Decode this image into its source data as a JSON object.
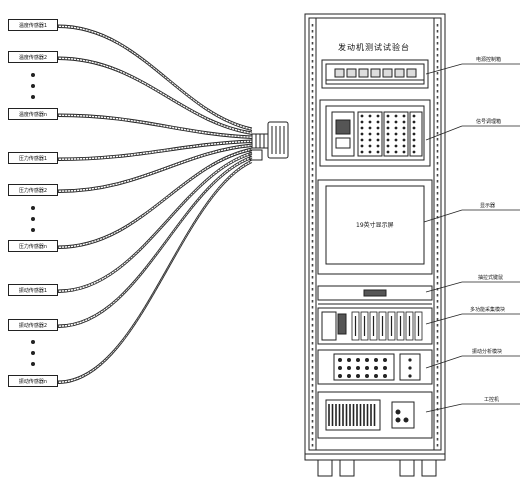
{
  "sensors": [
    {
      "label": "温度传感器1"
    },
    {
      "label": "温度传感器2"
    },
    {
      "label": "温度传感器n"
    },
    {
      "label": "压力传感器1"
    },
    {
      "label": "压力传感器2"
    },
    {
      "label": "压力传感器n"
    },
    {
      "label": "振动传感器1"
    },
    {
      "label": "振动传感器2"
    },
    {
      "label": "振动传感器n"
    }
  ],
  "rack": {
    "title": "发动机测试试验台",
    "screen_text": "19英寸显示屏"
  },
  "callouts": [
    {
      "label": "电源控制箱"
    },
    {
      "label": "信号调理箱"
    },
    {
      "label": "显示器"
    },
    {
      "label": "抽拉式键鼠"
    },
    {
      "label": "多功能采集模块"
    },
    {
      "label": "振动分析模块"
    },
    {
      "label": "工控机"
    }
  ]
}
